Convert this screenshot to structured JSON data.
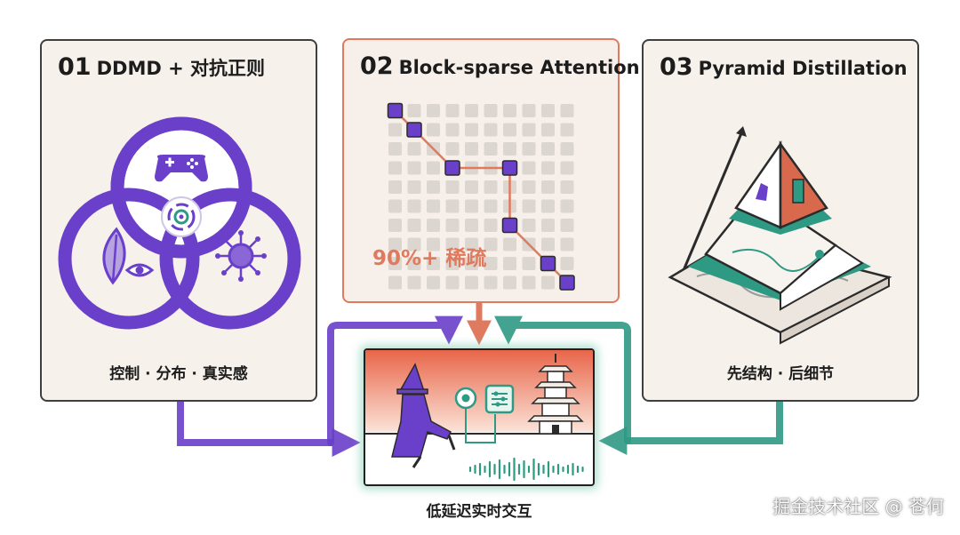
{
  "panels": [
    {
      "number": "01",
      "title": "DDMD + 对抗正则",
      "caption": "控制 · 分布 · 真实感"
    },
    {
      "number": "02",
      "title": "Block-sparse Attention",
      "caption": "90%+ 稀疏"
    },
    {
      "number": "03",
      "title": "Pyramid Distillation",
      "caption": "先结构 · 后细节"
    }
  ],
  "center": {
    "caption": "低延迟实时交互"
  },
  "watermark": "掘金技术社区 @ 苍何",
  "colors": {
    "purple": "#6a3fc9",
    "coral": "#e07a5f",
    "teal": "#2f9a84",
    "panel_bg": "#f6f1ea"
  },
  "icons": [
    "gamepad-icon",
    "leaf-icon",
    "eye-icon",
    "virus-icon",
    "spiral-icon",
    "wizard-icon",
    "pagoda-icon",
    "sliders-icon",
    "waveform-icon",
    "pyramid-icon"
  ]
}
